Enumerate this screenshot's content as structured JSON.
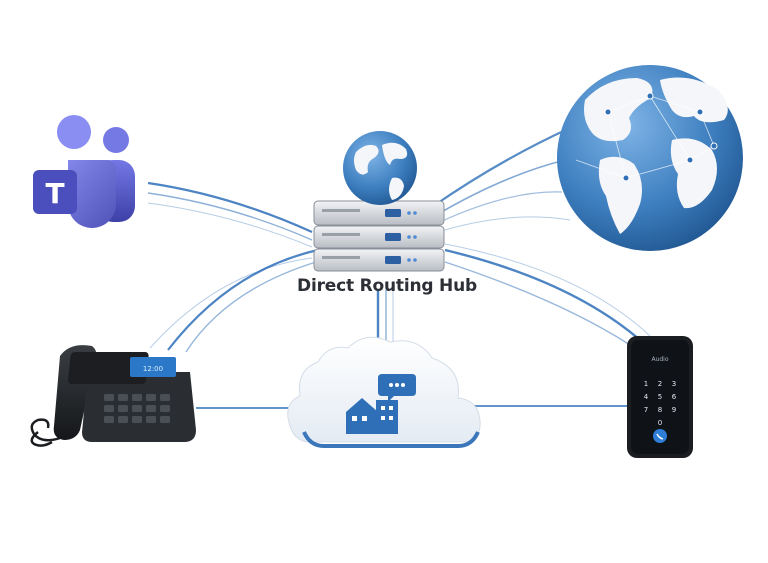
{
  "diagram": {
    "hub_label": "Direct Routing Hub",
    "phone_screen_label": "Audio",
    "teams_logo_letter": "T",
    "nodes": [
      {
        "id": "teams",
        "icon": "teams-logo-icon"
      },
      {
        "id": "hub",
        "icon": "server-stack-icon"
      },
      {
        "id": "world",
        "icon": "globe-icon"
      },
      {
        "id": "desk-phone",
        "icon": "desk-phone-icon"
      },
      {
        "id": "cloud",
        "icon": "cloud-office-icon"
      },
      {
        "id": "mobile",
        "icon": "smartphone-icon"
      }
    ],
    "connections": [
      [
        "teams",
        "hub"
      ],
      [
        "hub",
        "world"
      ],
      [
        "hub",
        "desk-phone"
      ],
      [
        "hub",
        "cloud"
      ],
      [
        "hub",
        "mobile"
      ],
      [
        "desk-phone",
        "cloud"
      ],
      [
        "cloud",
        "mobile"
      ]
    ]
  },
  "colors": {
    "line_blue": "#2e6fb8",
    "teams_purple": "#5b5fc7",
    "globe_blue": "#3e7fc0",
    "land_white": "#f4f6f9",
    "text": "#2c2f36"
  }
}
